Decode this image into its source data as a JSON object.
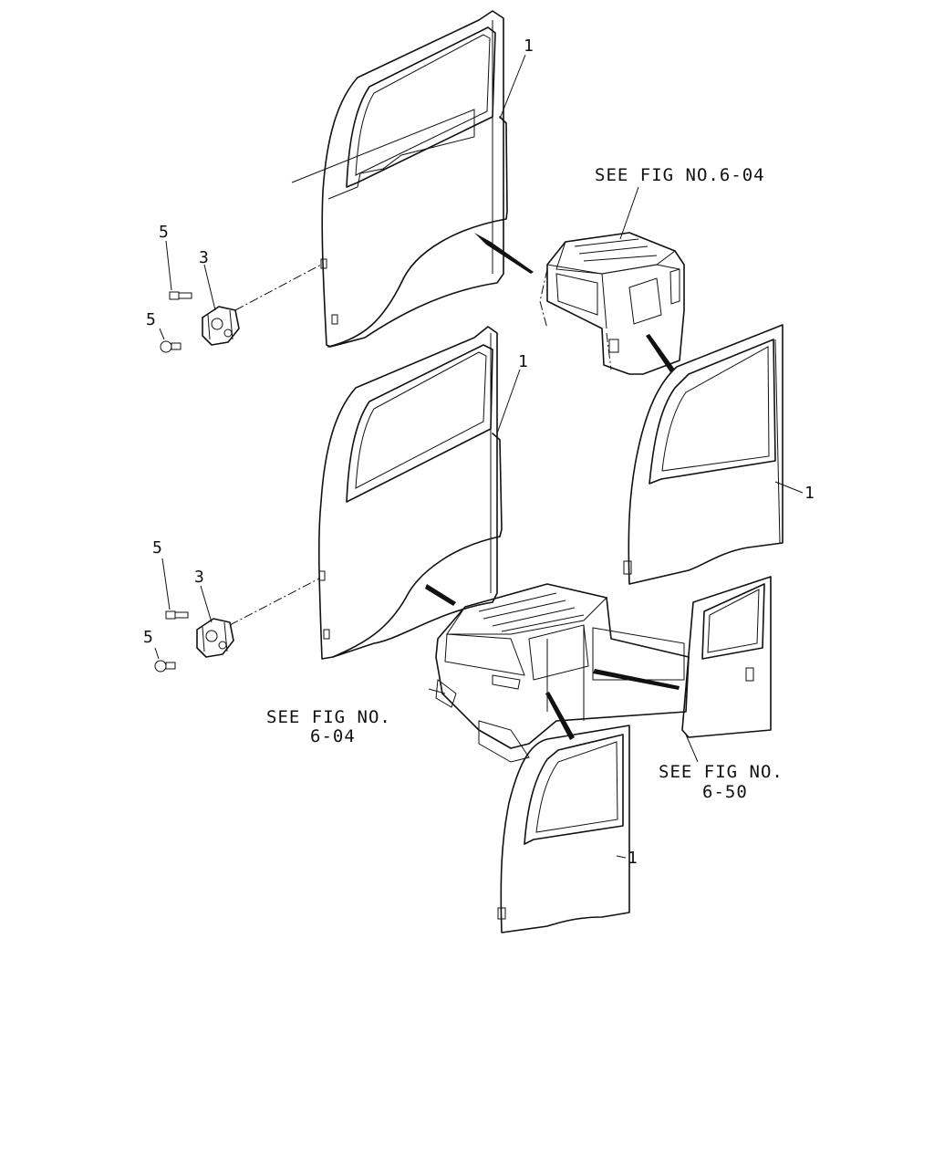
{
  "diagram": {
    "callouts": {
      "door_upper_left": "1",
      "door_lower_left": "1",
      "door_right_upper": "1",
      "door_right_lower": "1",
      "hinge_upper": "3",
      "hinge_lower": "3",
      "bolt_upper_a": "5",
      "bolt_upper_b": "5",
      "bolt_lower_a": "5",
      "bolt_lower_b": "5"
    },
    "references": {
      "cab_upper": "SEE FIG NO.6-04",
      "cab_lower_line1": "SEE FIG NO.",
      "cab_lower_line2": "6-04",
      "rear_door_line1": "SEE FIG NO.",
      "rear_door_line2": "6-50"
    }
  }
}
